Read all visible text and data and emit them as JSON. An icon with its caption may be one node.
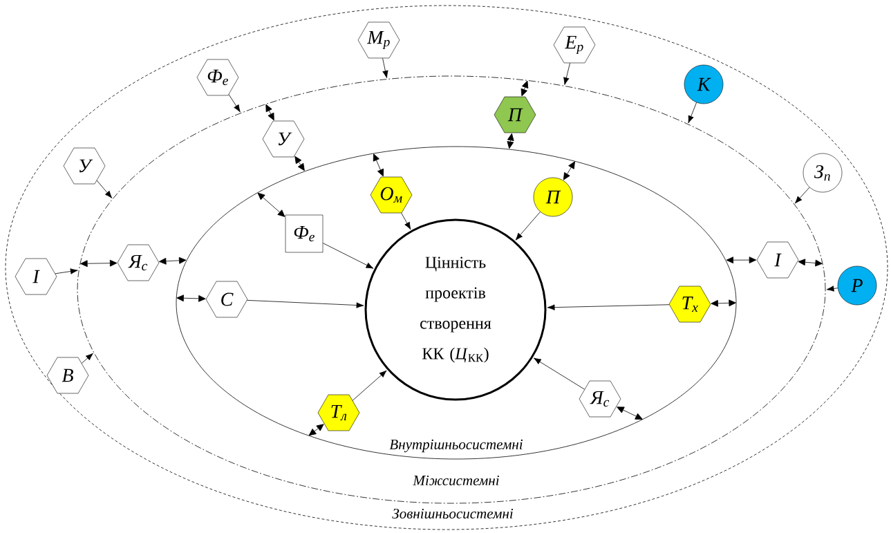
{
  "diagram": {
    "nodes": [
      {
        "text": [
          "Зовнішньосистемні"
        ]
      },
      {
        "text": [
          "Міжсистемні"
        ],
        "in": 0
      },
      {
        "text": [
          "Внутрішньосистемні"
        ],
        "in": 1
      },
      {
        "text": [
          "Цінність проектів створення КК (*Ц*$_{КК}$)"
        ],
        "in": 2
      },
      {
        "text": [
          "М$_{р}$"
        ],
        "in": 0
      },
      {
        "text": [
          "Е$_{р}$"
        ],
        "in": 0
      },
      {
        "text": [
          "Ф$_{е}$"
        ],
        "in": 0
      },
      {
        "text": [
          "К"
        ],
        "in": 0
      },
      {
        "text": [
          "У"
        ],
        "in": 0
      },
      {
        "text": [
          "З$_{п}$"
        ],
        "in": 0
      },
      {
        "text": [
          "І"
        ],
        "in": 0
      },
      {
        "text": [
          "В"
        ],
        "in": 0
      },
      {
        "text": [
          "Р"
        ],
        "in": 0
      },
      {
        "text": [
          "У"
        ],
        "in": 1
      },
      {
        "text": [
          "П"
        ],
        "in": 1
      },
      {
        "text": [
          "Я$_{с}$"
        ],
        "in": 1
      },
      {
        "text": [
          "І"
        ],
        "in": 1
      },
      {
        "text": [
          "Ф$_{е}$"
        ],
        "in": 2
      },
      {
        "text": [
          "О$_{м}$"
        ],
        "in": 2
      },
      {
        "text": [
          "П"
        ],
        "in": 2
      },
      {
        "text": [
          "С"
        ],
        "in": 2
      },
      {
        "text": [
          "Т$_{х}$"
        ],
        "in": 2
      },
      {
        "text": [
          "Т$_{л}$"
        ],
        "in": 2
      },
      {
        "text": [
          "Я$_{с}$"
        ],
        "in": 2
      }
    ],
    "edges": [
      {
        "from": 4,
        "to": 1,
        "arrow": "to"
      },
      {
        "from": 5,
        "to": 1,
        "arrow": "to"
      },
      {
        "from": 6,
        "to": 1,
        "arrow": "to"
      },
      {
        "from": 7,
        "to": 1,
        "arrow": "to"
      },
      {
        "from": 8,
        "to": 1,
        "arrow": "to"
      },
      {
        "from": 9,
        "to": 1,
        "arrow": "to"
      },
      {
        "from": 10,
        "to": 1,
        "arrow": "to"
      },
      {
        "from": 11,
        "to": 1,
        "arrow": "to"
      },
      {
        "from": 12,
        "to": 1,
        "arrow": "to"
      },
      {
        "from": 13,
        "to": 1,
        "arrow": "both"
      },
      {
        "from": 13,
        "to": 2,
        "arrow": "both"
      },
      {
        "from": 14,
        "to": 1,
        "arrow": "both"
      },
      {
        "from": 14,
        "to": 2,
        "arrow": "both"
      },
      {
        "from": 15,
        "to": 1,
        "arrow": "both"
      },
      {
        "from": 15,
        "to": 2,
        "arrow": "both"
      },
      {
        "from": 16,
        "to": 2,
        "arrow": "both"
      },
      {
        "from": 16,
        "to": 1,
        "arrow": "both"
      },
      {
        "from": 17,
        "to": 2,
        "arrow": "both"
      },
      {
        "from": 17,
        "to": 3,
        "arrow": "to"
      },
      {
        "from": 18,
        "to": 2,
        "arrow": "both"
      },
      {
        "from": 18,
        "to": 3,
        "arrow": "to"
      },
      {
        "from": 19,
        "to": 2,
        "arrow": "both"
      },
      {
        "from": 19,
        "to": 3,
        "arrow": "to"
      },
      {
        "from": 20,
        "to": 2,
        "arrow": "both"
      },
      {
        "from": 20,
        "to": 3,
        "arrow": "to"
      },
      {
        "from": 21,
        "to": 3,
        "arrow": "to"
      },
      {
        "from": 21,
        "to": 2,
        "arrow": "both"
      },
      {
        "from": 22,
        "to": 3,
        "arrow": "to"
      },
      {
        "from": 22,
        "to": 2,
        "arrow": "both"
      },
      {
        "from": 23,
        "to": 3,
        "arrow": "to"
      },
      {
        "from": 23,
        "to": 2,
        "arrow": "both"
      }
    ]
  }
}
